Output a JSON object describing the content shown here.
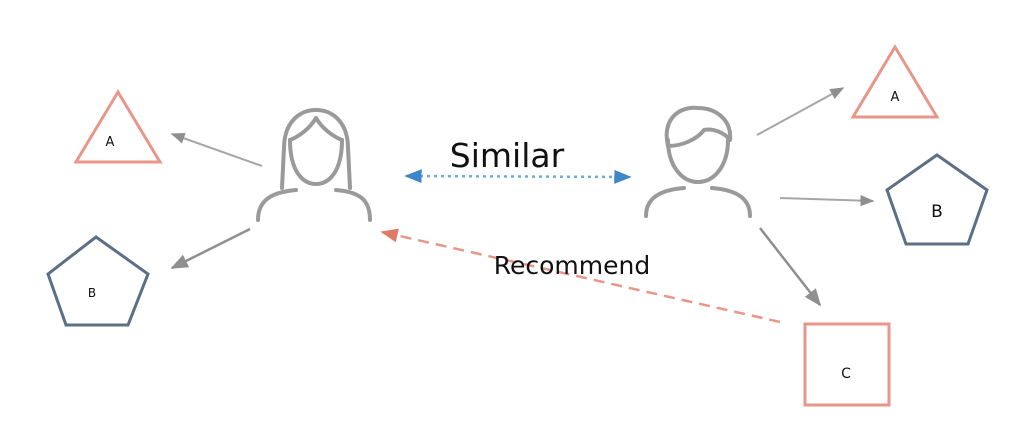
{
  "labels": {
    "similar": "Similar",
    "recommend": "Recommend"
  },
  "user_left": {
    "icon": "woman-user-icon",
    "items": {
      "triangle": "A",
      "pentagon": "B"
    }
  },
  "user_right": {
    "icon": "man-user-icon",
    "items": {
      "triangle": "A",
      "pentagon": "B",
      "square": "C"
    }
  },
  "colors": {
    "triangle_stroke": "#e8968a",
    "pentagon_stroke": "#5b6f86",
    "square_stroke": "#e8968a",
    "person_stroke": "#9a9a9a",
    "arrow_gray": "#9a9a9a",
    "similar_arrow": "#6aaed6",
    "recommend_arrow": "#e8968a"
  }
}
